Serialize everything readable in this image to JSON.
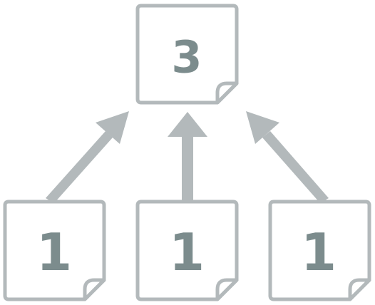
{
  "colors": {
    "outline": "#b3b9bb",
    "number": "#7c8c8d",
    "background": "#ffffff"
  },
  "top_document": {
    "number": "3"
  },
  "bottom_documents": [
    {
      "number": "1"
    },
    {
      "number": "1"
    },
    {
      "number": "1"
    }
  ],
  "icons": {
    "document": "page-with-folded-corner-icon",
    "arrow": "arrow-up-icon"
  }
}
